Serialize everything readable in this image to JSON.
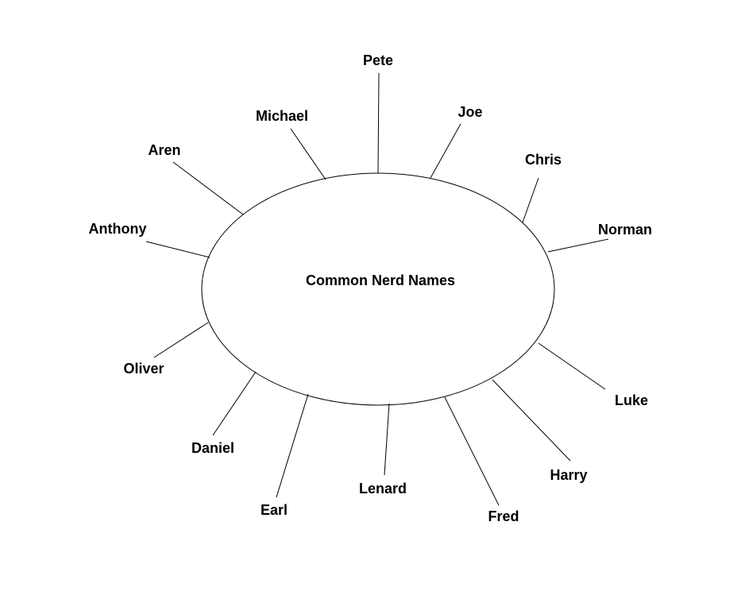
{
  "center": {
    "label": "Common Nerd Names"
  },
  "names": [
    {
      "id": "pete",
      "label": "Pete"
    },
    {
      "id": "joe",
      "label": "Joe"
    },
    {
      "id": "chris",
      "label": "Chris"
    },
    {
      "id": "norman",
      "label": "Norman"
    },
    {
      "id": "luke",
      "label": "Luke"
    },
    {
      "id": "harry",
      "label": "Harry"
    },
    {
      "id": "fred",
      "label": "Fred"
    },
    {
      "id": "lenard",
      "label": "Lenard"
    },
    {
      "id": "earl",
      "label": "Earl"
    },
    {
      "id": "daniel",
      "label": "Daniel"
    },
    {
      "id": "oliver",
      "label": "Oliver"
    },
    {
      "id": "anthony",
      "label": "Anthony"
    },
    {
      "id": "aren",
      "label": "Aren"
    },
    {
      "id": "michael",
      "label": "Michael"
    }
  ]
}
